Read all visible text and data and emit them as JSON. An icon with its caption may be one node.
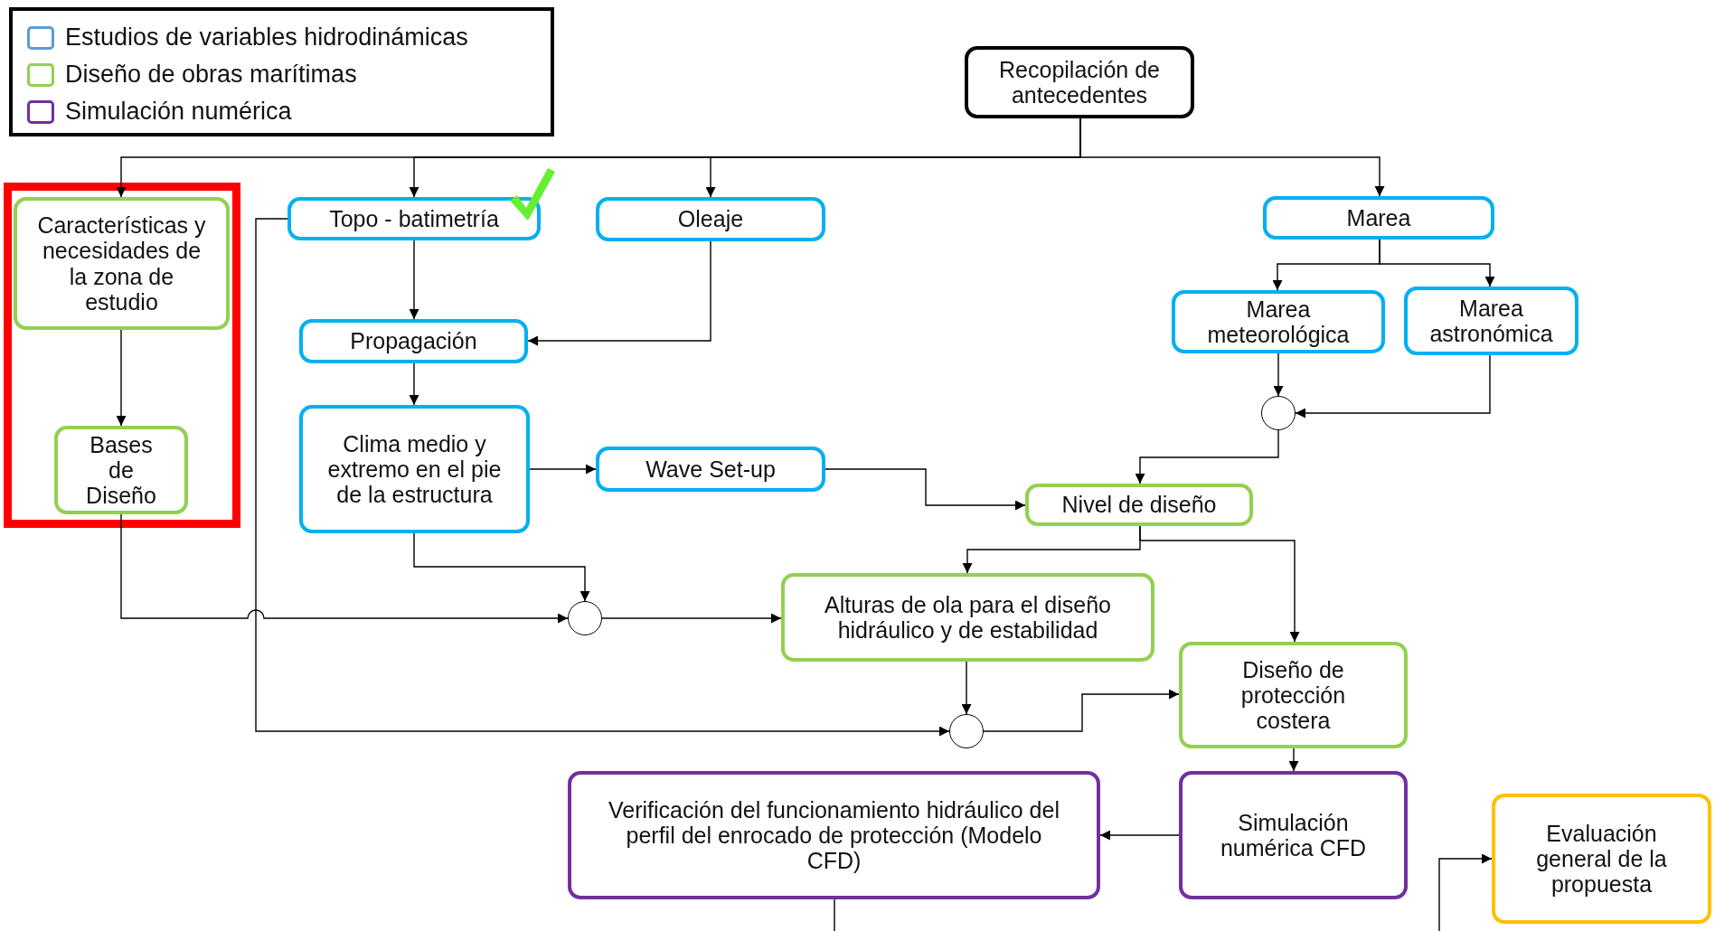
{
  "diagram": {
    "nodes": [
      {
        "text": [
          "Recopilación de antecedentes"
        ]
      },
      {
        "text": [
          "Características y necesidades de la zona de estudio"
        ]
      },
      {
        "text": [
          "Bases de Diseño"
        ]
      },
      {
        "text": [
          "Topo - batimetría"
        ]
      },
      {
        "text": [
          "Oleaje"
        ]
      },
      {
        "text": [
          "Marea"
        ]
      },
      {
        "text": [
          "Marea meteorológica"
        ]
      },
      {
        "text": [
          "Marea astronómica"
        ]
      },
      {
        "text": [
          "Propagación"
        ]
      },
      {
        "text": [
          "Clima medio y extremo en el pie de la estructura"
        ]
      },
      {
        "text": [
          "Wave Set-up"
        ]
      },
      {
        "text": [],
        "shape": "circle"
      },
      {
        "text": [
          "Nivel de diseño"
        ]
      },
      {
        "text": [],
        "shape": "circle"
      },
      {
        "text": [
          "Alturas de ola para el diseño hidráulico y de estabilidad"
        ]
      },
      {
        "text": [],
        "shape": "circle"
      },
      {
        "text": [
          "Diseño de protección costera"
        ]
      },
      {
        "text": [
          "Verificación del funcionamiento hidráulico del perfil del enrocado de protección (Modelo CFD)"
        ]
      },
      {
        "text": [
          "Simulación numérica CFD"
        ]
      },
      {
        "text": [
          "Evaluación general de la propuesta"
        ]
      }
    ],
    "edges": [
      {
        "from": 0,
        "to": 1,
        "arrow": "to"
      },
      {
        "from": 0,
        "to": 3,
        "arrow": "to"
      },
      {
        "from": 0,
        "to": 4,
        "arrow": "to"
      },
      {
        "from": 0,
        "to": 5,
        "arrow": "to"
      },
      {
        "from": 1,
        "to": 2,
        "arrow": "to"
      },
      {
        "from": 3,
        "to": 8,
        "arrow": "to"
      },
      {
        "from": 4,
        "to": 8,
        "arrow": "to"
      },
      {
        "from": 5,
        "to": 6,
        "arrow": "to"
      },
      {
        "from": 5,
        "to": 7,
        "arrow": "to"
      },
      {
        "from": 6,
        "to": 11,
        "arrow": "to"
      },
      {
        "from": 7,
        "to": 11,
        "arrow": "to"
      },
      {
        "from": 8,
        "to": 9,
        "arrow": "to"
      },
      {
        "from": 9,
        "to": 10,
        "arrow": "to"
      },
      {
        "from": 10,
        "to": 12,
        "arrow": "to"
      },
      {
        "from": 11,
        "to": 12,
        "arrow": "to"
      },
      {
        "from": 12,
        "to": 14,
        "arrow": "to"
      },
      {
        "from": 12,
        "to": 16,
        "arrow": "to"
      },
      {
        "from": 9,
        "to": 13,
        "arrow": "to"
      },
      {
        "from": 2,
        "to": 13,
        "arrow": "to"
      },
      {
        "from": 3,
        "to": 15,
        "arrow": "to"
      },
      {
        "from": 13,
        "to": 14,
        "arrow": "to"
      },
      {
        "from": 14,
        "to": 15,
        "arrow": "to"
      },
      {
        "from": 15,
        "to": 16,
        "arrow": "to"
      },
      {
        "from": 16,
        "to": 18,
        "arrow": "to"
      },
      {
        "from": 18,
        "to": 17,
        "arrow": "to"
      },
      {
        "from": 17,
        "to": null,
        "arrow": "none"
      },
      {
        "from": null,
        "to": 19,
        "arrow": "to"
      }
    ],
    "legend": [
      {
        "text": "Estudios de variables hidrodinámicas",
        "color": "#5b9bd5"
      },
      {
        "text": "Diseño de obras marítimas",
        "color": "#92d050"
      },
      {
        "text": "Simulación numérica",
        "color": "#7030a0"
      }
    ]
  }
}
